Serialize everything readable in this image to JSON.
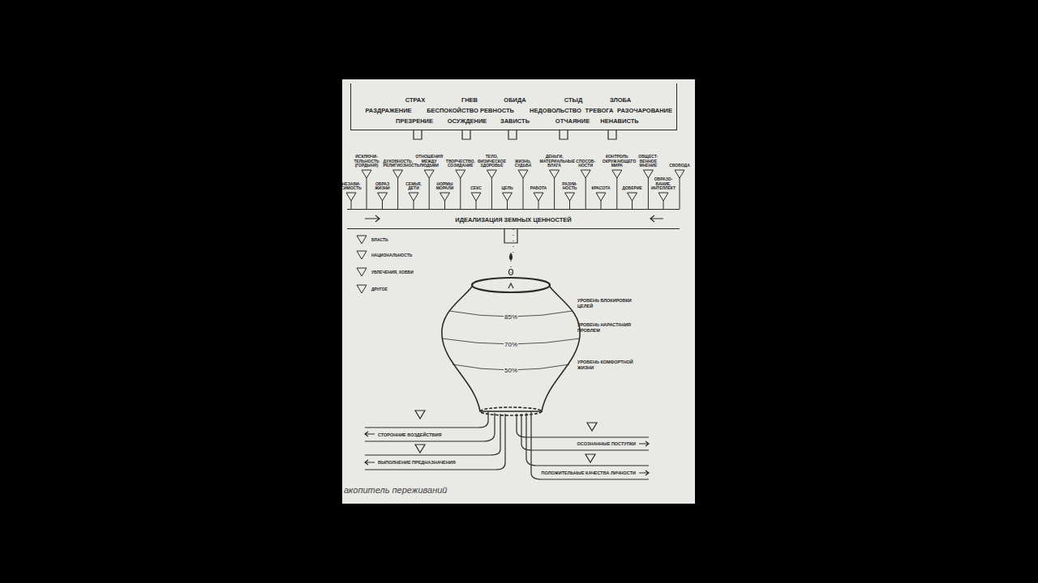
{
  "diagram": {
    "caption": "акопитель переживаний",
    "nodes": [
      {
        "text": [
          "СТРАХ",
          "ГНЕВ",
          "ОБИДА",
          "СТЫД",
          "ЗЛОБА",
          "РАЗДРАЖЕНИЕ",
          "БЕСПОКОЙСТВО",
          "РЕВНОСТЬ",
          "НЕДОВОЛЬСТВО",
          "ТРЕВОГА",
          "РАЗОЧАРОВАНИЕ",
          "ПРЕЗРЕНИЕ",
          "ОСУЖДЕНИЕ",
          "ЗАВИСТЬ",
          "ОТЧАЯНИЕ",
          "НЕНАВИСТЬ"
        ]
      },
      {
        "text": [
          "ИДЕАЛИЗАЦИЯ ЗЕМНЫХ ЦЕННОСТЕЙ"
        ]
      },
      {
        "text": [
          "85%",
          "70%",
          "50%"
        ]
      }
    ],
    "edges": [
      {
        "from": 1,
        "to": 2,
        "arrow": "none"
      }
    ],
    "labels": [
      "НЕЗАВИ- СИМОСТЬ",
      "ИСКЛЮЧИ- ТЕЛЬНОСТЬ (ГОРДЫНЯ)",
      "ОБРАЗ ЖИЗНИ",
      "ДУХОВНОСТЬ, РЕЛИГИОЗНОСТЬ",
      "СЕМЬЯ, ДЕТИ",
      "ОТНОШЕНИЯ МЕЖДУ ЛЮДЬМИ",
      "НОРМЫ МОРАЛИ",
      "ТВОРЧЕСТВО, СОЗИДАНИЕ",
      "СЕКС",
      "ТЕЛО, ФИЗИЧЕСКОЕ ЗДОРОВЬЕ",
      "ЦЕЛЬ",
      "ЖИЗНЬ, СУДЬБА",
      "РАБОТА",
      "ДЕНЬГИ, МАТЕРИАЛЬНЫЕ БЛАГА",
      "РАЗУМ- НОСТЬ",
      "СПОСОБ- НОСТИ",
      "КРАСОТА",
      "КОНТРОЛЬ ОКРУЖАЮЩЕГО МИРА",
      "ДОВЕРИЕ",
      "ОБЩЕСТ- ВЕННОЕ МНЕНИЕ",
      "ОБРАЗО- ВАНИЕ, ИНТЕЛЛЕКТ",
      "СВОБОДА",
      "УРОВЕНЬ БЛОКИРОВКИ ЦЕЛЕЙ",
      "УРОВЕНЬ НАРАСТАНИЯ ПРОБЛЕМ",
      "УРОВЕНЬ КОМФОРТНОЙ ЖИЗНИ",
      "СТОРОННИЕ ВОЗДЕЙСТВИЯ",
      "ОСОЗНАННЫЕ ПОСТУПКИ",
      "ВЫПОЛНЕНИЕ ПРЕДНАЗНАЧЕНИЯ",
      "ПОЛОЖИТЕЛЬНЫЕ КАЧЕСТВА ЛИЧНОСТИ"
    ],
    "legend": [
      {
        "text": "ВЛАСТЬ"
      },
      {
        "text": "НАЦИОНАЛЬНОСТЬ"
      },
      {
        "text": "УВЛЕЧЕНИЯ, ХОББИ"
      },
      {
        "text": "ДРУГОЕ"
      }
    ]
  }
}
